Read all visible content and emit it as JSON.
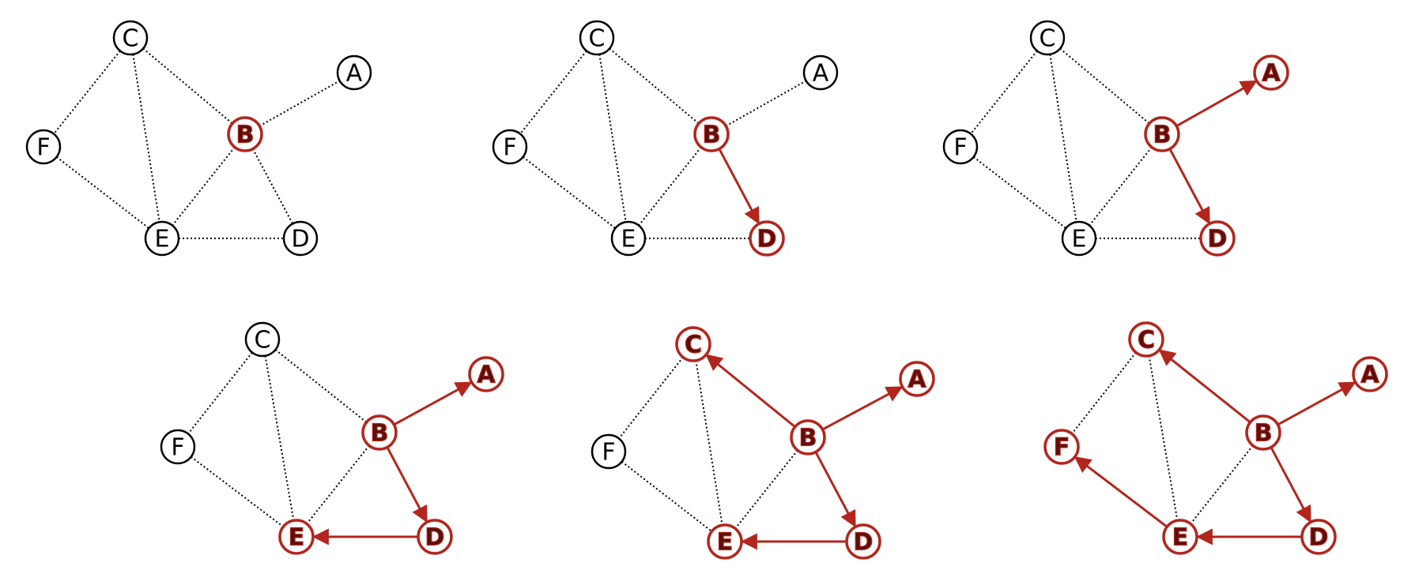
{
  "colors": {
    "visited": "#b3261e",
    "visited_fill_text": "#5a0f0c",
    "unvisited": "#000000",
    "background": "#ffffff"
  },
  "panels": [
    {
      "id": "step-1",
      "nodes": [
        {
          "id": "C",
          "label": "C",
          "visited": false
        },
        {
          "id": "A",
          "label": "A",
          "visited": false
        },
        {
          "id": "F",
          "label": "F",
          "visited": false
        },
        {
          "id": "B",
          "label": "B",
          "visited": true
        },
        {
          "id": "E",
          "label": "E",
          "visited": false
        },
        {
          "id": "D",
          "label": "D",
          "visited": false
        }
      ],
      "edges": [
        {
          "from": "C",
          "to": "F",
          "style": "dotted"
        },
        {
          "from": "C",
          "to": "E",
          "style": "dotted"
        },
        {
          "from": "C",
          "to": "B",
          "style": "dotted"
        },
        {
          "from": "B",
          "to": "A",
          "style": "dotted"
        },
        {
          "from": "F",
          "to": "E",
          "style": "dotted"
        },
        {
          "from": "B",
          "to": "E",
          "style": "dotted"
        },
        {
          "from": "B",
          "to": "D",
          "style": "dotted"
        },
        {
          "from": "E",
          "to": "D",
          "style": "dotted"
        }
      ]
    },
    {
      "id": "step-2",
      "nodes": [
        {
          "id": "C",
          "label": "C",
          "visited": false
        },
        {
          "id": "A",
          "label": "A",
          "visited": false
        },
        {
          "id": "F",
          "label": "F",
          "visited": false
        },
        {
          "id": "B",
          "label": "B",
          "visited": true
        },
        {
          "id": "E",
          "label": "E",
          "visited": false
        },
        {
          "id": "D",
          "label": "D",
          "visited": true
        }
      ],
      "edges": [
        {
          "from": "C",
          "to": "F",
          "style": "dotted"
        },
        {
          "from": "C",
          "to": "E",
          "style": "dotted"
        },
        {
          "from": "C",
          "to": "B",
          "style": "dotted"
        },
        {
          "from": "B",
          "to": "A",
          "style": "dotted"
        },
        {
          "from": "F",
          "to": "E",
          "style": "dotted"
        },
        {
          "from": "B",
          "to": "E",
          "style": "dotted"
        },
        {
          "from": "B",
          "to": "D",
          "style": "arrow"
        },
        {
          "from": "E",
          "to": "D",
          "style": "dotted"
        }
      ]
    },
    {
      "id": "step-3",
      "nodes": [
        {
          "id": "C",
          "label": "C",
          "visited": false
        },
        {
          "id": "A",
          "label": "A",
          "visited": true
        },
        {
          "id": "F",
          "label": "F",
          "visited": false
        },
        {
          "id": "B",
          "label": "B",
          "visited": true
        },
        {
          "id": "E",
          "label": "E",
          "visited": false
        },
        {
          "id": "D",
          "label": "D",
          "visited": true
        }
      ],
      "edges": [
        {
          "from": "C",
          "to": "F",
          "style": "dotted"
        },
        {
          "from": "C",
          "to": "E",
          "style": "dotted"
        },
        {
          "from": "C",
          "to": "B",
          "style": "dotted"
        },
        {
          "from": "B",
          "to": "A",
          "style": "arrow"
        },
        {
          "from": "F",
          "to": "E",
          "style": "dotted"
        },
        {
          "from": "B",
          "to": "E",
          "style": "dotted"
        },
        {
          "from": "B",
          "to": "D",
          "style": "arrow"
        },
        {
          "from": "E",
          "to": "D",
          "style": "dotted"
        }
      ]
    },
    {
      "id": "step-4",
      "nodes": [
        {
          "id": "C",
          "label": "C",
          "visited": false
        },
        {
          "id": "A",
          "label": "A",
          "visited": true
        },
        {
          "id": "F",
          "label": "F",
          "visited": false
        },
        {
          "id": "B",
          "label": "B",
          "visited": true
        },
        {
          "id": "E",
          "label": "E",
          "visited": true
        },
        {
          "id": "D",
          "label": "D",
          "visited": true
        }
      ],
      "edges": [
        {
          "from": "C",
          "to": "F",
          "style": "dotted"
        },
        {
          "from": "C",
          "to": "E",
          "style": "dotted"
        },
        {
          "from": "C",
          "to": "B",
          "style": "dotted"
        },
        {
          "from": "B",
          "to": "A",
          "style": "arrow"
        },
        {
          "from": "F",
          "to": "E",
          "style": "dotted"
        },
        {
          "from": "B",
          "to": "E",
          "style": "dotted"
        },
        {
          "from": "B",
          "to": "D",
          "style": "arrow"
        },
        {
          "from": "D",
          "to": "E",
          "style": "arrow"
        }
      ]
    },
    {
      "id": "step-5",
      "nodes": [
        {
          "id": "C",
          "label": "C",
          "visited": true
        },
        {
          "id": "A",
          "label": "A",
          "visited": true
        },
        {
          "id": "F",
          "label": "F",
          "visited": false
        },
        {
          "id": "B",
          "label": "B",
          "visited": true
        },
        {
          "id": "E",
          "label": "E",
          "visited": true
        },
        {
          "id": "D",
          "label": "D",
          "visited": true
        }
      ],
      "edges": [
        {
          "from": "C",
          "to": "F",
          "style": "dotted"
        },
        {
          "from": "C",
          "to": "E",
          "style": "dotted"
        },
        {
          "from": "B",
          "to": "C",
          "style": "arrow"
        },
        {
          "from": "B",
          "to": "A",
          "style": "arrow"
        },
        {
          "from": "F",
          "to": "E",
          "style": "dotted"
        },
        {
          "from": "B",
          "to": "E",
          "style": "dotted"
        },
        {
          "from": "B",
          "to": "D",
          "style": "arrow"
        },
        {
          "from": "D",
          "to": "E",
          "style": "arrow"
        }
      ]
    },
    {
      "id": "step-6",
      "nodes": [
        {
          "id": "C",
          "label": "C",
          "visited": true
        },
        {
          "id": "A",
          "label": "A",
          "visited": true
        },
        {
          "id": "F",
          "label": "F",
          "visited": true
        },
        {
          "id": "B",
          "label": "B",
          "visited": true
        },
        {
          "id": "E",
          "label": "E",
          "visited": true
        },
        {
          "id": "D",
          "label": "D",
          "visited": true
        }
      ],
      "edges": [
        {
          "from": "C",
          "to": "F",
          "style": "dotted"
        },
        {
          "from": "C",
          "to": "E",
          "style": "dotted"
        },
        {
          "from": "B",
          "to": "C",
          "style": "arrow"
        },
        {
          "from": "B",
          "to": "A",
          "style": "arrow"
        },
        {
          "from": "E",
          "to": "F",
          "style": "arrow"
        },
        {
          "from": "B",
          "to": "E",
          "style": "dotted"
        },
        {
          "from": "B",
          "to": "D",
          "style": "arrow"
        },
        {
          "from": "D",
          "to": "E",
          "style": "arrow"
        }
      ]
    }
  ]
}
